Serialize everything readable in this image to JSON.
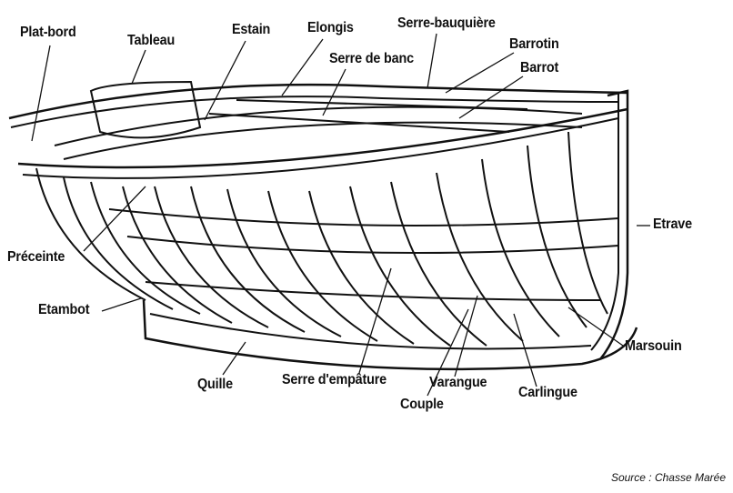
{
  "labels": {
    "plat_bord": "Plat-bord",
    "tableau": "Tableau",
    "estain": "Estain",
    "elongis": "Elongis",
    "serre_bauquiere": "Serre-bauquière",
    "barrotin": "Barrotin",
    "serre_de_banc": "Serre de banc",
    "barrot": "Barrot",
    "etrave": "Etrave",
    "preceinte": "Préceinte",
    "etambot": "Etambot",
    "marsouin": "Marsouin",
    "quille": "Quille",
    "serre_empature": "Serre d'empâture",
    "varangue": "Varangue",
    "carlingue": "Carlingue",
    "couple": "Couple"
  },
  "source": "Source : Chasse Marée"
}
